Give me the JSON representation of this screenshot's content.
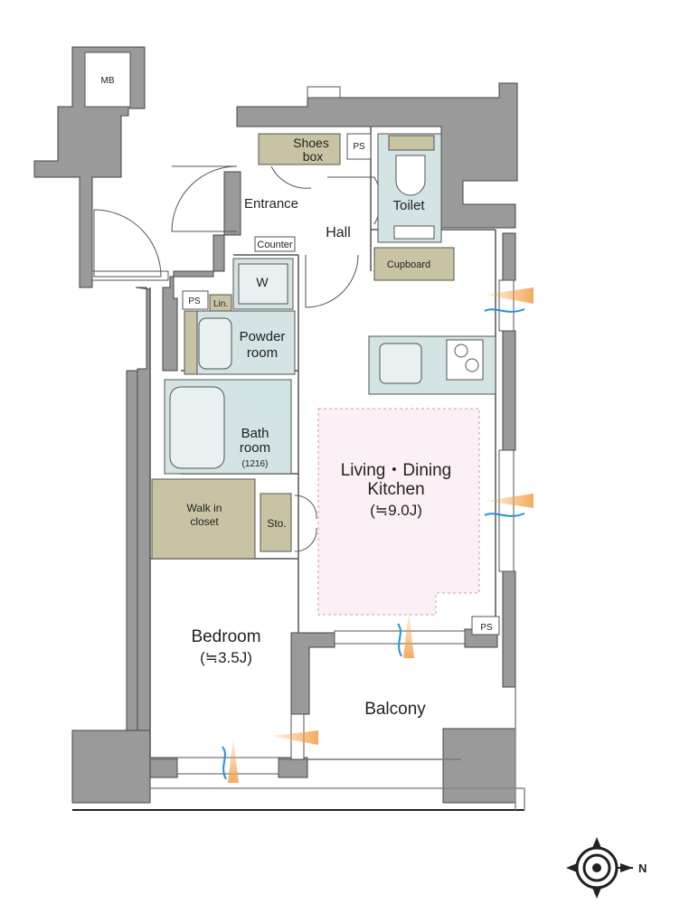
{
  "rooms": {
    "mb": "MB",
    "shoes_box_line1": "Shoes",
    "shoes_box_line2": "box",
    "ps_top": "PS",
    "toilet": "Toilet",
    "entrance": "Entrance",
    "hall": "Hall",
    "counter": "Counter",
    "cupboard": "Cupboard",
    "w": "W",
    "ps_left": "PS",
    "lin": "Lin.",
    "powder_room_line1": "Powder",
    "powder_room_line2": "room",
    "bath_room_line1": "Bath",
    "bath_room_line2": "room",
    "bath_size": "(1216)",
    "ldk_line1": "Living・Dining",
    "ldk_line2": "Kitchen",
    "ldk_size": "(≒9.0J)",
    "walk_in_line1": "Walk in",
    "walk_in_line2": "closet",
    "sto": "Sto.",
    "bedroom": "Bedroom",
    "bedroom_size": "(≒3.5J)",
    "ps_bottom": "PS",
    "balcony": "Balcony"
  },
  "compass": {
    "label": "N"
  },
  "colors": {
    "wall": "#9a9a9a",
    "wall_outline": "#444444",
    "fixture": "#d4e3e3",
    "storage": "#c8c4a3",
    "ldk_fill": "#fbf0f5",
    "ldk_border": "#d69abb",
    "airflow_orange": "#f2a24c",
    "airflow_blue": "#2a8fd4"
  }
}
